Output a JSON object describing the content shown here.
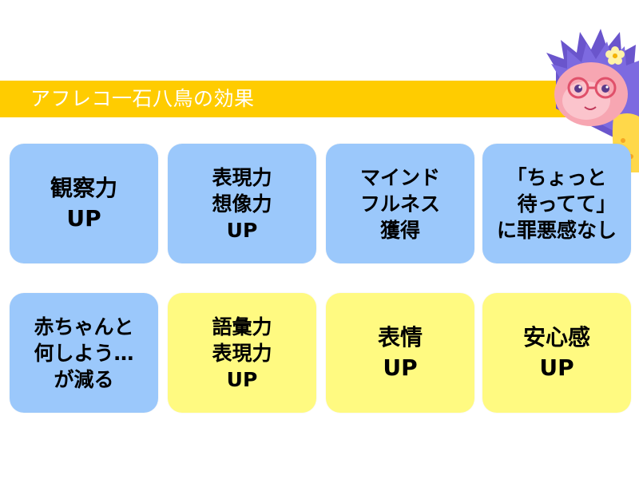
{
  "banner": {
    "title": "アフレコ一石八鳥の効果"
  },
  "colors": {
    "banner": "#ffcc00",
    "card_blue": "#9bc8fb",
    "card_yellow": "#fffa81"
  },
  "cards": [
    {
      "text": "観察力\nUP",
      "color": "blue"
    },
    {
      "text": "表現力\n想像力\nUP",
      "color": "blue"
    },
    {
      "text": "マインド\nフルネス\n獲得",
      "color": "blue"
    },
    {
      "text": "「ちょっと\n　待ってて」\nに罪悪感なし",
      "color": "blue"
    },
    {
      "text": "赤ちゃんと\n何しよう…\nが減る",
      "color": "blue"
    },
    {
      "text": "語彙力\n表現力\nUP",
      "color": "yellow"
    },
    {
      "text": "表情\nUP",
      "color": "yellow"
    },
    {
      "text": "安心感\nUP",
      "color": "yellow"
    }
  ],
  "mascot": {
    "icon": "hedgehog-mascot-icon"
  }
}
